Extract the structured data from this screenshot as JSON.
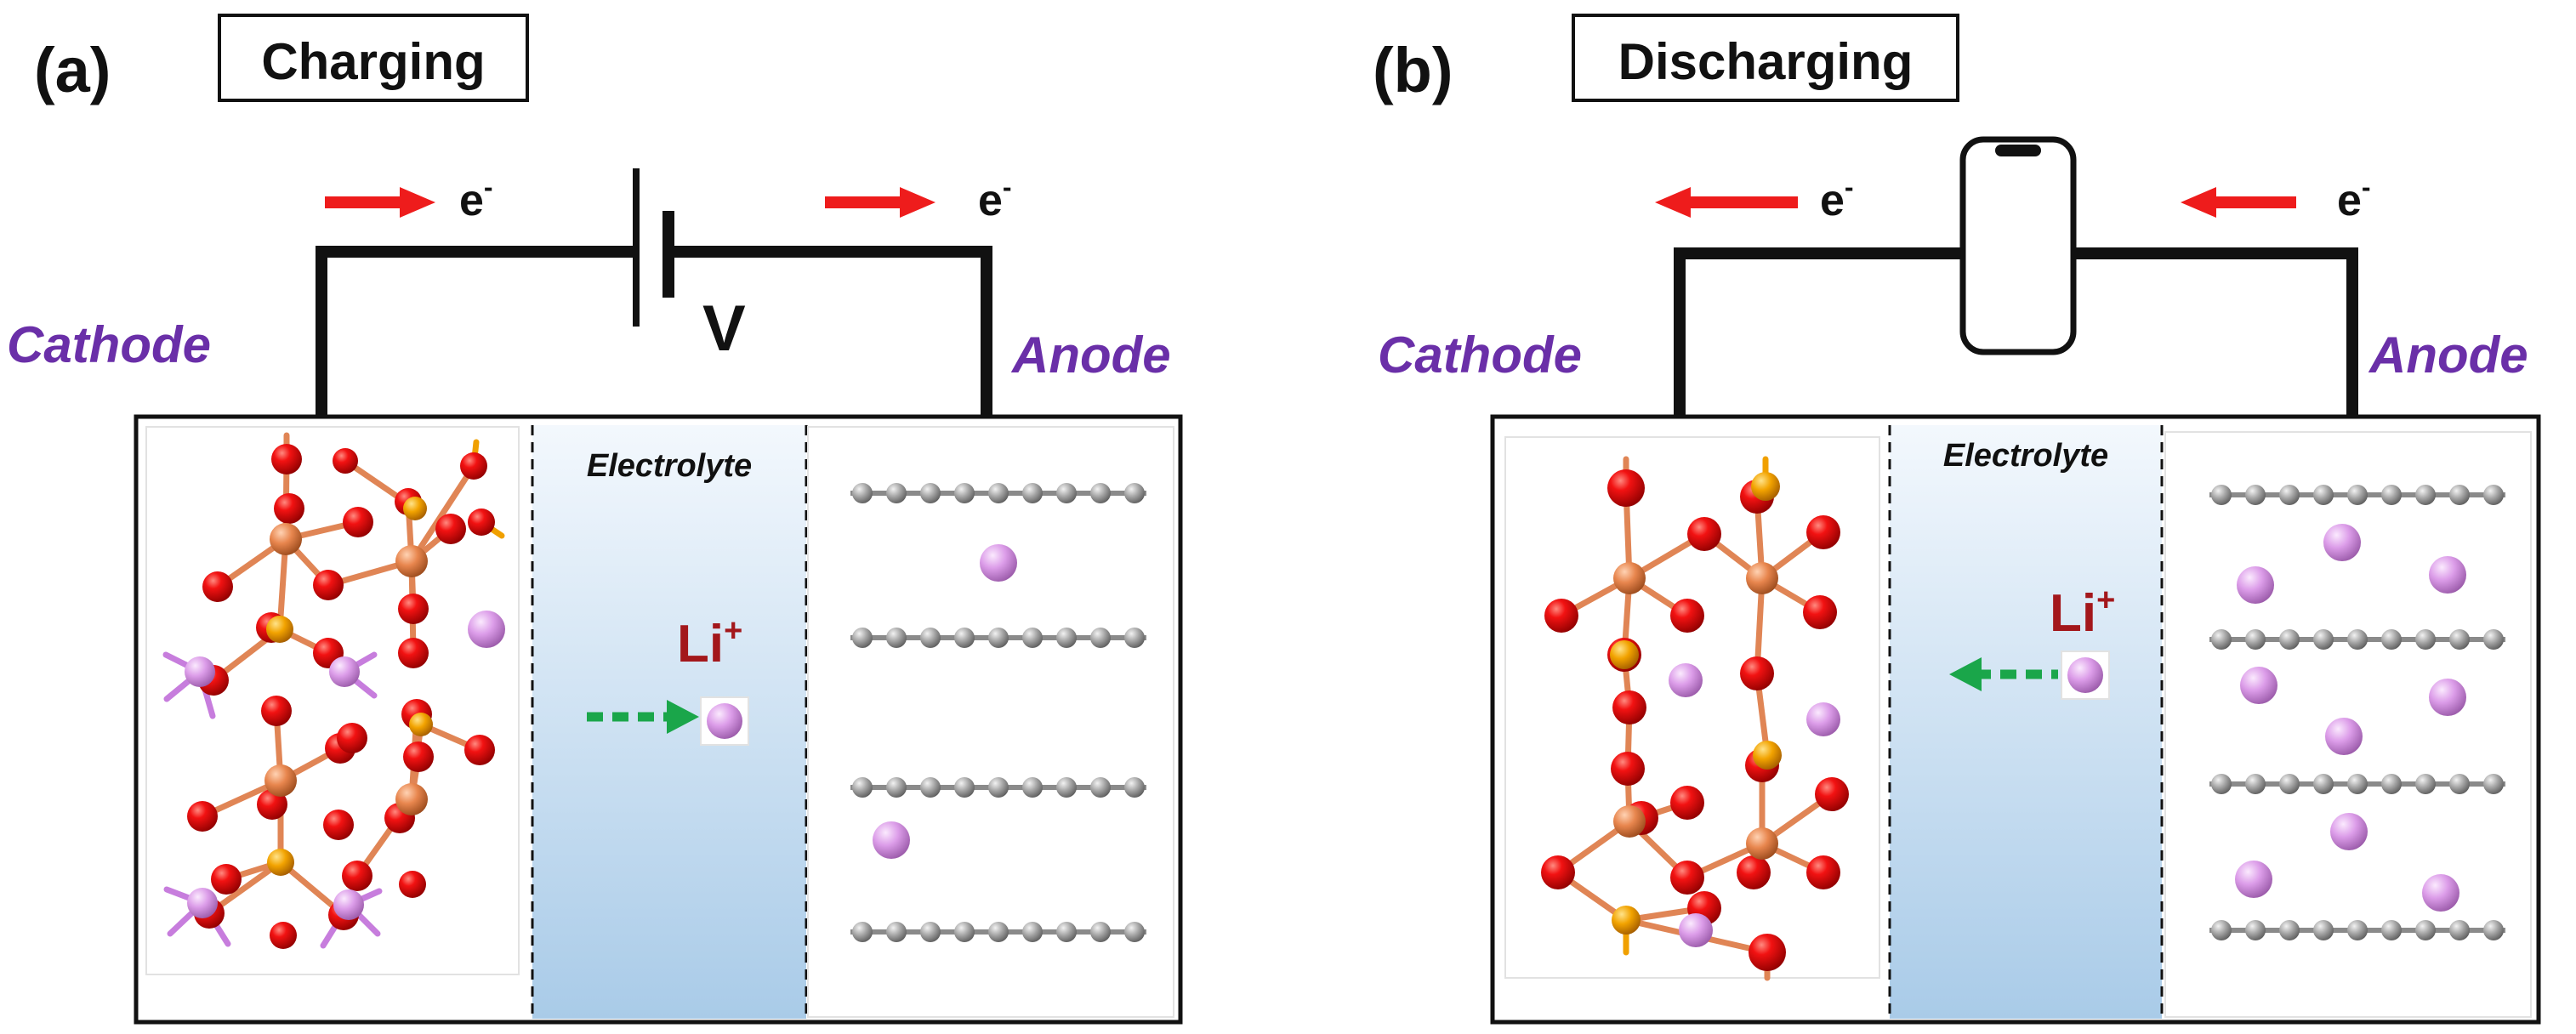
{
  "panels": [
    {
      "letter": "(a)",
      "mode": "Charging",
      "cathode": "Cathode",
      "anode": "Anode",
      "electrolyte": "Electrolyte",
      "electron": "e",
      "electron_sup": "-",
      "voltage": "V",
      "ion": "Li",
      "ion_sup": "+",
      "electron_flow": "right",
      "ion_flow": "right",
      "power_element": "battery-icon"
    },
    {
      "letter": "(b)",
      "mode": "Discharging",
      "cathode": "Cathode",
      "anode": "Anode",
      "electrolyte": "Electrolyte",
      "electron": "e",
      "electron_sup": "-",
      "ion": "Li",
      "ion_sup": "+",
      "electron_flow": "left",
      "ion_flow": "left",
      "power_element": "phone-icon"
    }
  ],
  "colors": {
    "electrode_label": "#6a2fa8",
    "electron_arrow": "#ee1c1c",
    "ion_arrow": "#1aa64a",
    "ion_label": "#a3171b",
    "lithium_atom": "#d99be8",
    "oxygen_atom": "#e00a0a",
    "metal_atom": "#e68a52",
    "phosphorus_atom": "#f0a000",
    "carbon_atom": "#9a9a9a",
    "electrolyte_fill": "#b5d3ec"
  }
}
